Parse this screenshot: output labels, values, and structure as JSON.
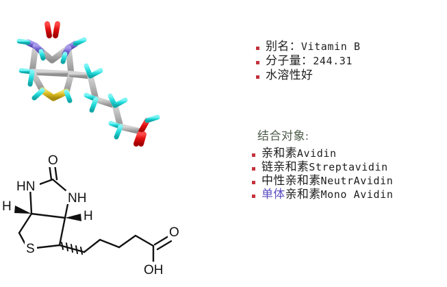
{
  "slide": {
    "background_color": "#ffffff",
    "bullet_color": "#C4323C",
    "text_color": "#1d1d1d",
    "heading_color": "#4d5c4a",
    "accent_color": "#5a4ec2"
  },
  "facts": {
    "items": [
      {
        "cn": "别名：",
        "latin": "Vitamin B"
      },
      {
        "cn": "分子量：",
        "latin": "244.31"
      },
      {
        "cn": "水溶性好",
        "latin": ""
      }
    ]
  },
  "binding": {
    "heading": "结合对象:",
    "items": [
      {
        "prefix": "",
        "cn": "亲和素",
        "latin": "Avidin"
      },
      {
        "prefix": "",
        "cn": "链亲和素",
        "latin": "Streptavidin"
      },
      {
        "prefix": "",
        "cn": "中性亲和素",
        "latin": "NeutrAvidin"
      },
      {
        "prefix": "单体",
        "cn": "亲和素",
        "latin": "Mono Avidin"
      }
    ]
  },
  "molecule_3d": {
    "name": "biotin-3d-ball-and-stick-model",
    "atom_colors": {
      "carbon": "#b4b4b4",
      "hydrogen": "#2ee0e0",
      "nitrogen": "#7b68d8",
      "oxygen": "#e01010",
      "sulfur": "#d8b820"
    }
  },
  "molecule_2d": {
    "name": "biotin-skeletal-structure",
    "labels": [
      "O",
      "HN",
      "NH",
      "H",
      "H",
      "S",
      "O",
      "OH"
    ],
    "line_color": "#111111"
  }
}
